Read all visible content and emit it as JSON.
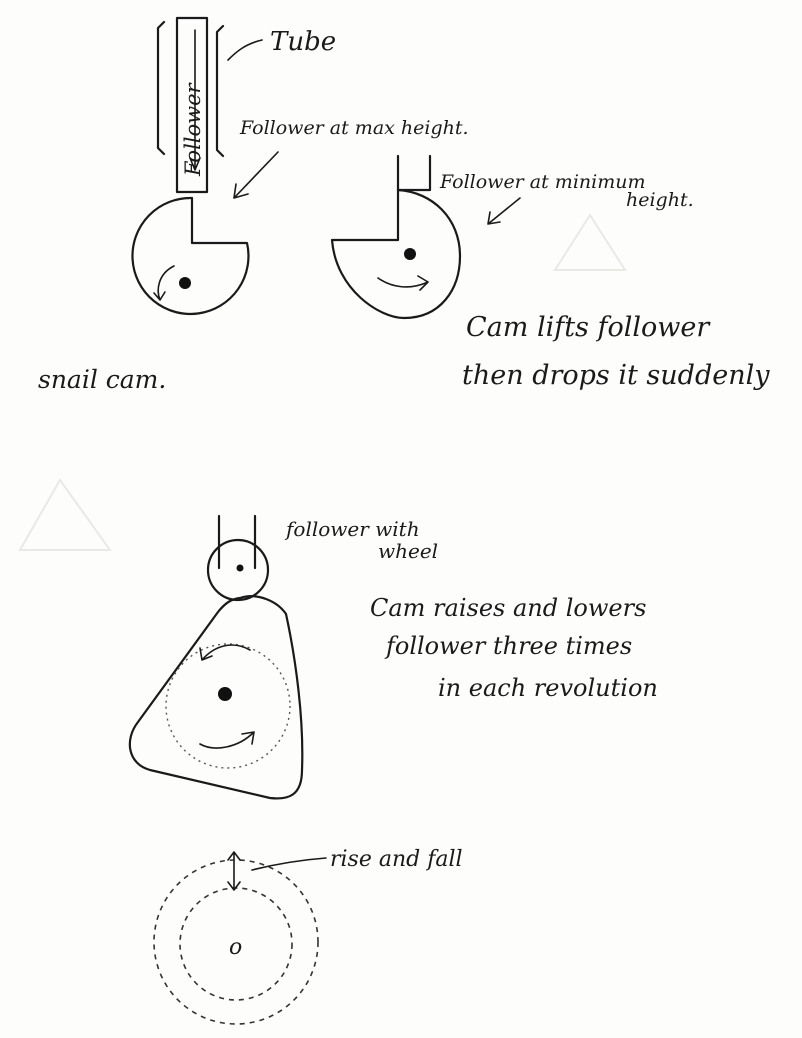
{
  "labels": {
    "tube": "Tube",
    "follower": "Follower",
    "follower_max": "Follower at max height.",
    "follower_min_1": "Follower at minimum",
    "follower_min_2": "height.",
    "cam_lifts_1": "Cam lifts follower",
    "cam_lifts_2": "then drops it suddenly",
    "snail_cam": "snail cam.",
    "follower_wheel_1": "follower with",
    "follower_wheel_2": "wheel",
    "cam_raises_1": "Cam raises and lowers",
    "cam_raises_2": "follower three times",
    "cam_raises_3": "in each revolution",
    "rise_fall": "rise and fall",
    "center_mark": "o"
  },
  "colors": {
    "ink": "#1a1a1a",
    "paper": "#fdfdfc"
  }
}
